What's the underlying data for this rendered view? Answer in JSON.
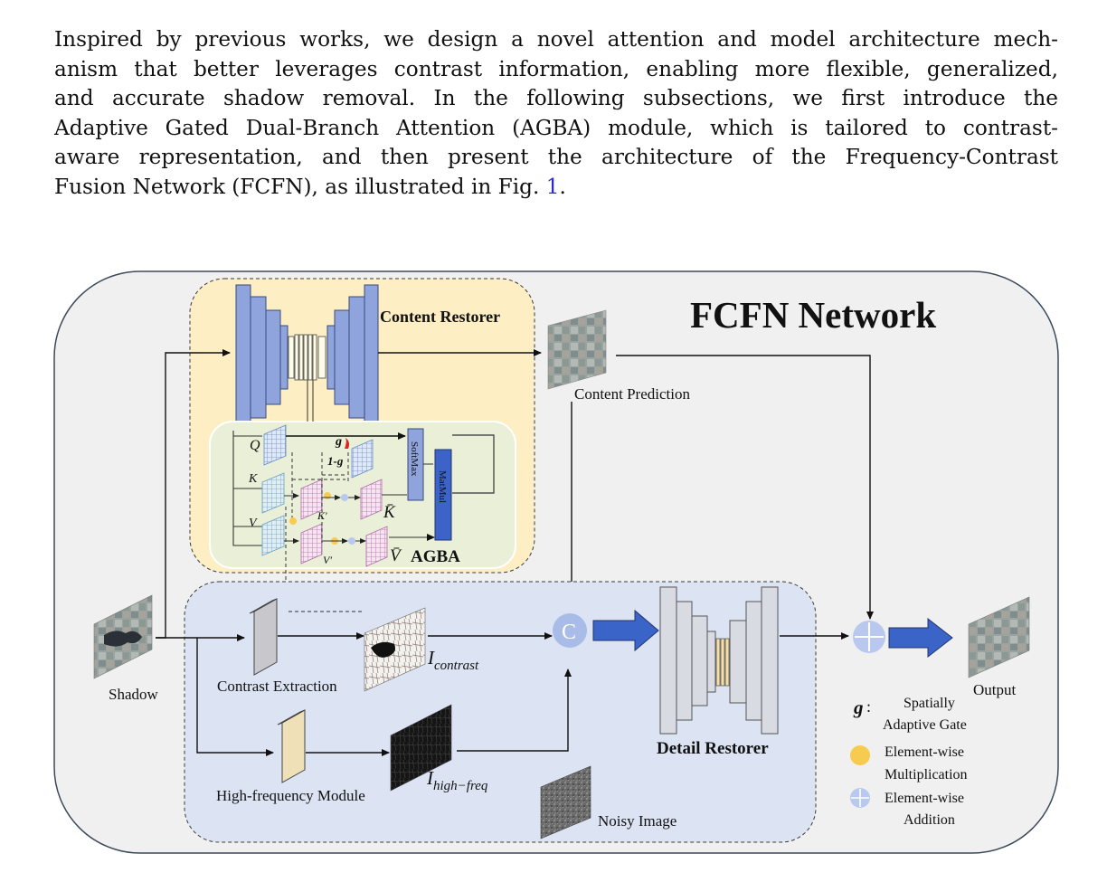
{
  "paragraph": {
    "lines": [
      "Inspired by previous works, we design a novel attention and model architecture mech-",
      "anism that better leverages contrast information, enabling more flexible, generalized,",
      "and accurate shadow removal. In the following subsections, we first introduce the",
      "Adaptive Gated Dual-Branch Attention (AGBA) module, which is tailored to contrast-",
      "aware representation, and then present the architecture of the Frequency-Contrast",
      "Fusion Network (FCFN), as illustrated in Fig. "
    ],
    "fig_ref": "1",
    "end": "."
  },
  "figure": {
    "title": "FCFN Network",
    "content_restorer": "Content Restorer",
    "content_prediction": "Content Prediction",
    "agba": "AGBA",
    "softmax": "SoftMax",
    "matmul": "MatMul",
    "q": "Q",
    "k": "K",
    "v": "V",
    "g": "g",
    "one_minus_g": "1-g",
    "k_prime": "K′",
    "v_prime": "V′",
    "k_bar": "K̄",
    "v_bar": "V̄",
    "shadow": "Shadow",
    "contrast_extraction": "Contrast Extraction",
    "i_contrast_base": "I",
    "i_contrast_sub": "contrast",
    "high_freq_module": "High-frequency Module",
    "i_high_base": "I",
    "i_high_sub": "high−freq",
    "noisy_image": "Noisy Image",
    "concat_symbol": "C",
    "detail_restorer": "Detail Restorer",
    "output": "Output",
    "legend": {
      "g_symbol": "g",
      "g_colon": ":",
      "g_text_1": "Spatially",
      "g_text_2": "Adaptive Gate",
      "mul_text_1": "Element-wise",
      "mul_text_2": "Multiplication",
      "add_text_1": "Element-wise",
      "add_text_2": "Addition"
    },
    "colors": {
      "outer_bg": "#f0f0f0",
      "content_bg": "#fdeec3",
      "agba_bg": "#eaf0d8",
      "detail_bg": "#dce4f4",
      "encoder_blue": "#8fa4dc",
      "concat_blue": "#a9bce8",
      "arrow_blue": "#3a64c8",
      "gate_yellow": "#f7cb50",
      "add_blue": "#b8c8ee"
    }
  }
}
